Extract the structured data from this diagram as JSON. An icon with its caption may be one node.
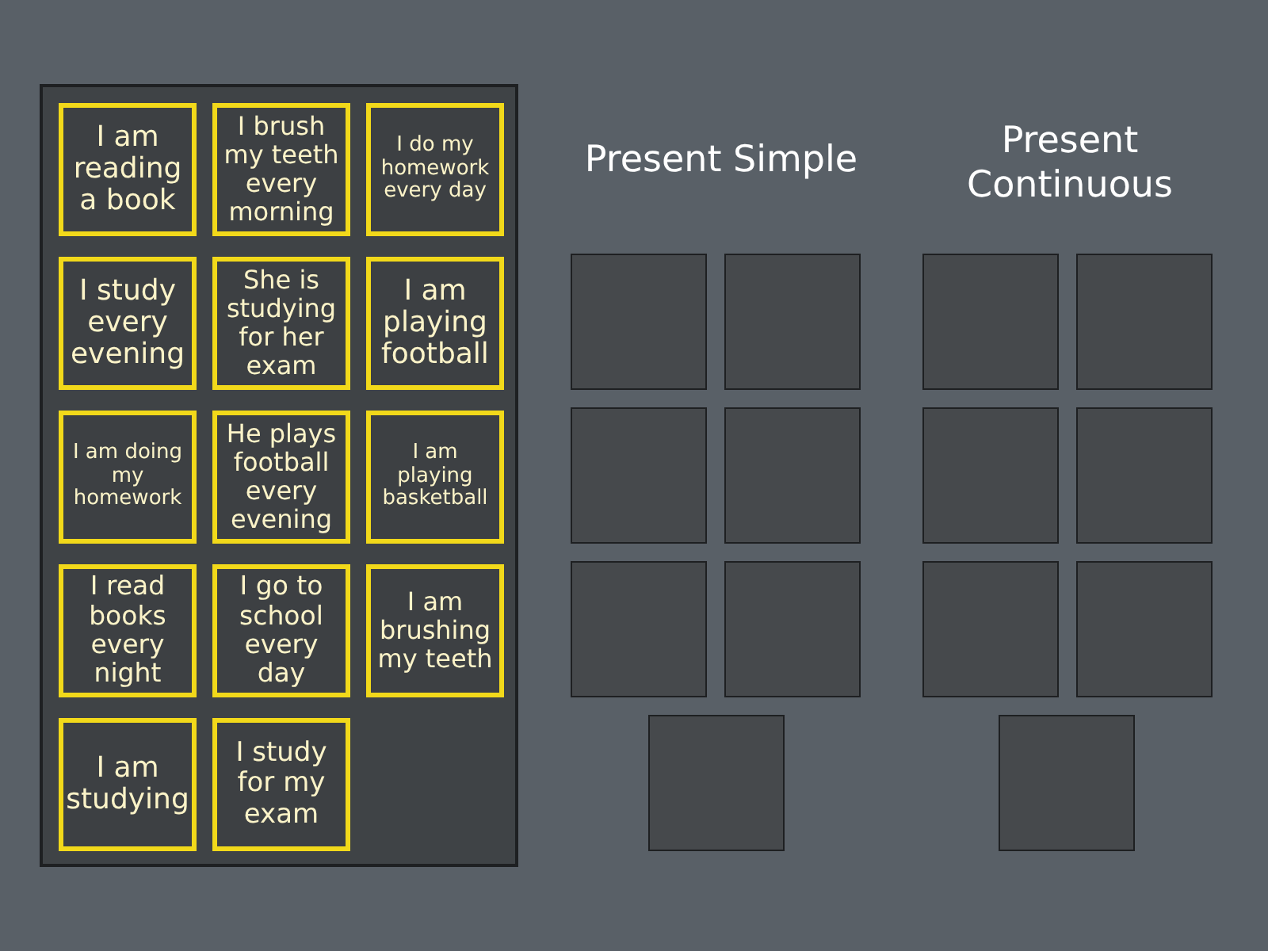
{
  "diagram": {
    "nodes": [
      {
        "text": [],
        "shape": "box"
      },
      {
        "text": [
          "I am reading a book"
        ],
        "in": 0
      },
      {
        "text": [
          "I brush my teeth every morning"
        ],
        "in": 0
      },
      {
        "text": [
          "I do my homework every day"
        ],
        "in": 0
      },
      {
        "text": [
          "I study every evening"
        ],
        "in": 0
      },
      {
        "text": [
          "She is studying for her exam"
        ],
        "in": 0
      },
      {
        "text": [
          "I am playing football"
        ],
        "in": 0
      },
      {
        "text": [
          "I am doing my homework"
        ],
        "in": 0
      },
      {
        "text": [
          "He plays football every evening"
        ],
        "in": 0
      },
      {
        "text": [
          "I am playing basketball"
        ],
        "in": 0
      },
      {
        "text": [
          "I read books every night"
        ],
        "in": 0
      },
      {
        "text": [
          "I go to school every day"
        ],
        "in": 0
      },
      {
        "text": [
          "I am brushing my teeth"
        ],
        "in": 0
      },
      {
        "text": [
          "I am studying"
        ],
        "in": 0
      },
      {
        "text": [
          "I study for my exam"
        ],
        "in": 0
      },
      {
        "text": [],
        "shape": "box"
      },
      {
        "text": [],
        "shape": "box"
      },
      {
        "text": [],
        "shape": "box"
      },
      {
        "text": [],
        "shape": "box"
      },
      {
        "text": [],
        "shape": "box"
      },
      {
        "text": [],
        "shape": "box"
      },
      {
        "text": [],
        "shape": "box"
      },
      {
        "text": [],
        "shape": "box"
      },
      {
        "text": [],
        "shape": "box"
      },
      {
        "text": [],
        "shape": "box"
      },
      {
        "text": [],
        "shape": "box"
      },
      {
        "text": [],
        "shape": "box"
      },
      {
        "text": [],
        "shape": "box"
      },
      {
        "text": [],
        "shape": "box"
      }
    ],
    "labels": [
      "Present Simple",
      "Present Continuous"
    ]
  }
}
